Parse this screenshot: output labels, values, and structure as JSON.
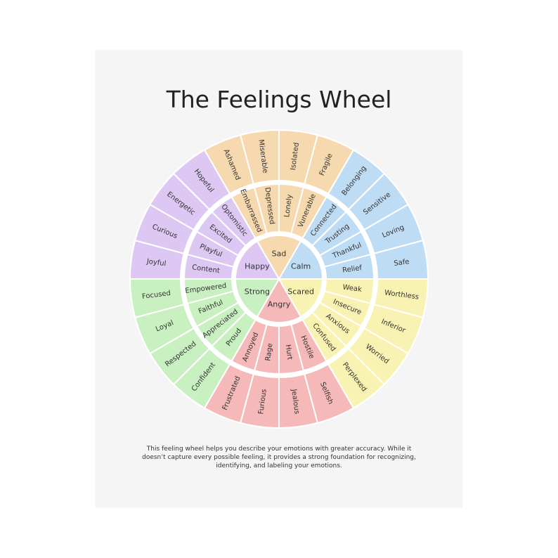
{
  "title": "The Feelings Wheel",
  "description": "This feeling wheel helps you describe your emotions with greater accuracy. While it doesn’t capture every possible feeling, it provides a strong foundation for recognizing, identifying, and labeling your emotions.",
  "wheel": {
    "groups": [
      {
        "core": "Sad",
        "color": "#f7d9b0",
        "middle": [
          "Embarrassed",
          "Depressed",
          "Lonely",
          "Vunerable"
        ],
        "outer": [
          "Ashamed",
          "Miserable",
          "Isolated",
          "Fragile"
        ]
      },
      {
        "core": "Calm",
        "color": "#bfdcf5",
        "middle": [
          "Connected",
          "Trusting",
          "Thankful",
          "Relief"
        ],
        "outer": [
          "Belonging",
          "Sensitive",
          "Loving",
          "Safe"
        ]
      },
      {
        "core": "Scared",
        "color": "#f8f3b2",
        "middle": [
          "Weak",
          "Insecure",
          "Anxious",
          "Confused"
        ],
        "outer": [
          "Worthless",
          "Inferior",
          "Worried",
          "Perplexed"
        ]
      },
      {
        "core": "Angry",
        "color": "#f6b9b9",
        "middle": [
          "Hostile",
          "Hurt",
          "Rage",
          "Annoyed"
        ],
        "outer": [
          "Selfish",
          "Jealous",
          "Furious",
          "Frustrated"
        ]
      },
      {
        "core": "Strong",
        "color": "#c9f0c0",
        "middle": [
          "Proud",
          "Appreciated",
          "Faithful",
          "Empowered"
        ],
        "outer": [
          "Confident",
          "Respected",
          "Loyal",
          "Focused"
        ]
      },
      {
        "core": "Happy",
        "color": "#dcc8f3",
        "middle": [
          "Content",
          "Playful",
          "Excited",
          "Optomistic"
        ],
        "outer": [
          "Joyful",
          "Curious",
          "Energetic",
          "Hopeful"
        ]
      }
    ]
  }
}
